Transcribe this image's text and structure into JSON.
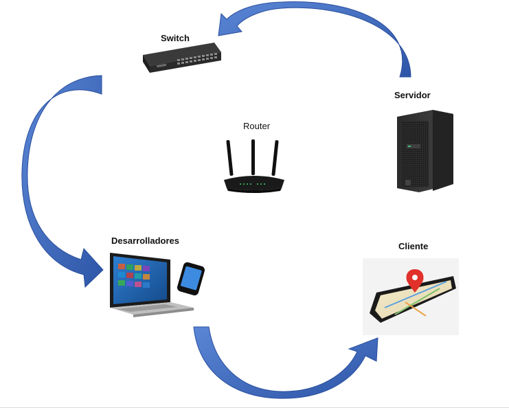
{
  "nodes": {
    "switch": {
      "label": "Switch",
      "icon": "network-switch-icon"
    },
    "router": {
      "label": "Router",
      "icon": "wifi-router-icon"
    },
    "servidor": {
      "label": "Servidor",
      "icon": "tower-server-icon"
    },
    "desarrolladores": {
      "label": "Desarrolladores",
      "icon": "laptop-and-phone-icon"
    },
    "cliente": {
      "label": "Cliente",
      "icon": "smartphone-map-icon"
    }
  },
  "colors": {
    "arrow_fill": "#3d6bc4",
    "arrow_dark": "#2a4f9c",
    "device_dark": "#1c1c1c",
    "background": "#ffffff"
  }
}
